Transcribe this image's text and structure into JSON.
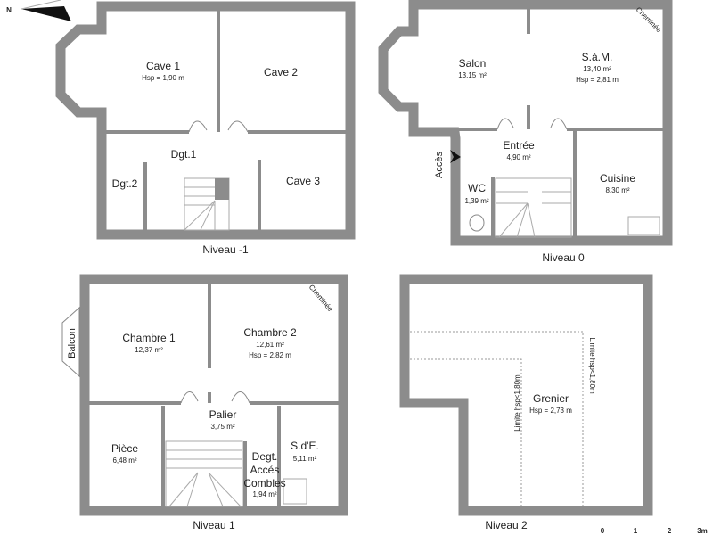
{
  "compass": {
    "label": "N"
  },
  "levels": [
    {
      "name": "Niveau -1",
      "rooms": [
        {
          "name": "Cave 1",
          "info": "Hsp = 1,90 m"
        },
        {
          "name": "Cave 2"
        },
        {
          "name": "Dgt.1"
        },
        {
          "name": "Dgt.2"
        },
        {
          "name": "Cave 3"
        }
      ]
    },
    {
      "name": "Niveau 0",
      "rooms": [
        {
          "name": "Salon",
          "area": "13,15 m²"
        },
        {
          "name": "S.à.M.",
          "area": "13,40 m²",
          "info": "Hsp = 2,81 m"
        },
        {
          "name": "Entrée",
          "area": "4,90 m²"
        },
        {
          "name": "Cuisine",
          "area": "8,30 m²"
        },
        {
          "name": "WC",
          "area": "1,39 m²"
        }
      ],
      "labels": {
        "access": "Accès",
        "fireplace": "Cheminée"
      }
    },
    {
      "name": "Niveau 1",
      "rooms": [
        {
          "name": "Chambre 1",
          "area": "12,37 m²"
        },
        {
          "name": "Chambre 2",
          "area": "12,61 m²",
          "info": "Hsp = 2,82 m"
        },
        {
          "name": "Palier",
          "area": "3,75 m²"
        },
        {
          "name": "Pièce",
          "area": "6,48 m²"
        },
        {
          "name_lines": [
            "Degt.",
            "Accés",
            "Combles"
          ],
          "area": "1,94 m²"
        },
        {
          "name": "S.d'E.",
          "area": "5,11 m²"
        }
      ],
      "labels": {
        "balcony": "Balcon",
        "fireplace": "Cheminée"
      }
    },
    {
      "name": "Niveau 2",
      "rooms": [
        {
          "name": "Grenier",
          "info": "Hsp = 2,73 m"
        }
      ],
      "labels": {
        "limit": "Limite hsp<1,80m"
      }
    }
  ],
  "scale": {
    "ticks": [
      "0",
      "1",
      "2",
      "3m"
    ]
  },
  "colors": {
    "wall": "#8c8c8c",
    "background": "#ffffff"
  }
}
